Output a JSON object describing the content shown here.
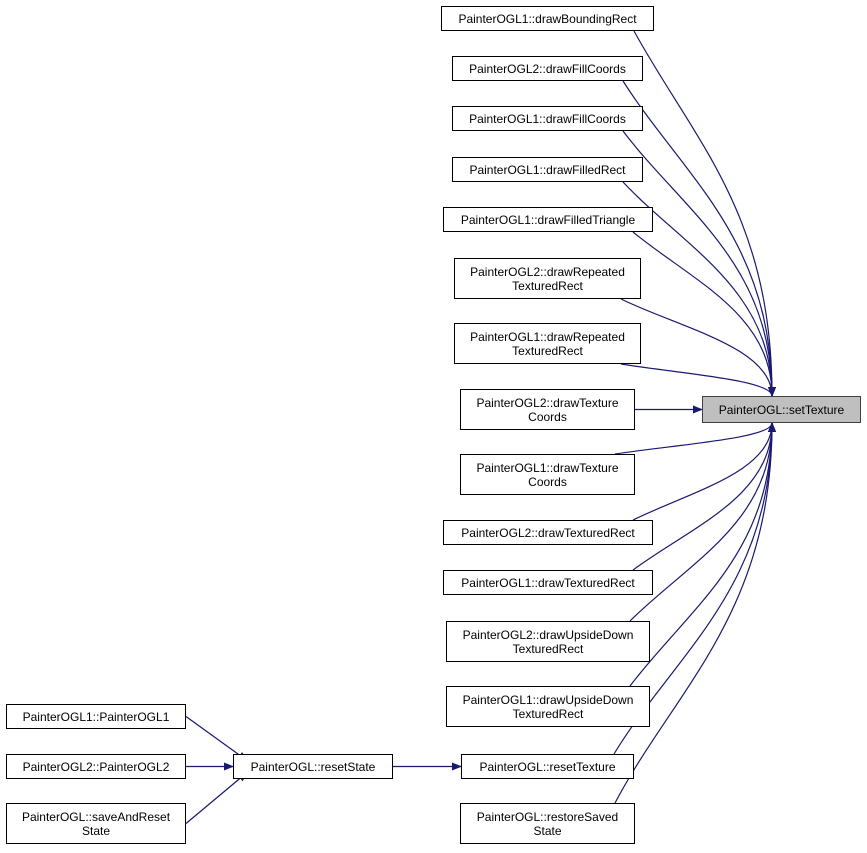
{
  "focus": {
    "id": "setTexture",
    "lines": [
      "PainterOGL::setTexture"
    ]
  },
  "nodes": [
    {
      "id": "drawBoundingRect",
      "lines": [
        "PainterOGL1::drawBoundingRect"
      ]
    },
    {
      "id": "ogl2DrawFillCoords",
      "lines": [
        "PainterOGL2::drawFillCoords"
      ]
    },
    {
      "id": "ogl1DrawFillCoords",
      "lines": [
        "PainterOGL1::drawFillCoords"
      ]
    },
    {
      "id": "drawFilledRect",
      "lines": [
        "PainterOGL1::drawFilledRect"
      ]
    },
    {
      "id": "drawFilledTriangle",
      "lines": [
        "PainterOGL1::drawFilledTriangle"
      ]
    },
    {
      "id": "ogl2DrawRepeated",
      "lines": [
        "PainterOGL2::drawRepeated",
        "TexturedRect"
      ]
    },
    {
      "id": "ogl1DrawRepeated",
      "lines": [
        "PainterOGL1::drawRepeated",
        "TexturedRect"
      ]
    },
    {
      "id": "ogl2DrawTextureCoords",
      "lines": [
        "PainterOGL2::drawTexture",
        "Coords"
      ]
    },
    {
      "id": "ogl1DrawTextureCoords",
      "lines": [
        "PainterOGL1::drawTexture",
        "Coords"
      ]
    },
    {
      "id": "ogl2DrawTexturedRect",
      "lines": [
        "PainterOGL2::drawTexturedRect"
      ]
    },
    {
      "id": "ogl1DrawTexturedRect",
      "lines": [
        "PainterOGL1::drawTexturedRect"
      ]
    },
    {
      "id": "ogl2DrawUpsideDown",
      "lines": [
        "PainterOGL2::drawUpsideDown",
        "TexturedRect"
      ]
    },
    {
      "id": "ogl1DrawUpsideDown",
      "lines": [
        "PainterOGL1::drawUpsideDown",
        "TexturedRect"
      ]
    },
    {
      "id": "resetTexture",
      "lines": [
        "PainterOGL::resetTexture"
      ]
    },
    {
      "id": "restoreSavedState",
      "lines": [
        "PainterOGL::restoreSaved",
        "State"
      ]
    },
    {
      "id": "resetState",
      "lines": [
        "PainterOGL::resetState"
      ]
    },
    {
      "id": "ogl1Ctor",
      "lines": [
        "PainterOGL1::PainterOGL1"
      ]
    },
    {
      "id": "ogl2Ctor",
      "lines": [
        "PainterOGL2::PainterOGL2"
      ]
    },
    {
      "id": "saveAndResetState",
      "lines": [
        "PainterOGL::saveAndReset",
        "State"
      ]
    }
  ],
  "edges": [
    {
      "from": "drawBoundingRect",
      "to": "setTexture"
    },
    {
      "from": "ogl2DrawFillCoords",
      "to": "setTexture"
    },
    {
      "from": "ogl1DrawFillCoords",
      "to": "setTexture"
    },
    {
      "from": "drawFilledRect",
      "to": "setTexture"
    },
    {
      "from": "drawFilledTriangle",
      "to": "setTexture"
    },
    {
      "from": "ogl2DrawRepeated",
      "to": "setTexture"
    },
    {
      "from": "ogl1DrawRepeated",
      "to": "setTexture"
    },
    {
      "from": "ogl2DrawTextureCoords",
      "to": "setTexture"
    },
    {
      "from": "ogl1DrawTextureCoords",
      "to": "setTexture"
    },
    {
      "from": "ogl2DrawTexturedRect",
      "to": "setTexture"
    },
    {
      "from": "ogl1DrawTexturedRect",
      "to": "setTexture"
    },
    {
      "from": "ogl2DrawUpsideDown",
      "to": "setTexture"
    },
    {
      "from": "ogl1DrawUpsideDown",
      "to": "setTexture"
    },
    {
      "from": "resetTexture",
      "to": "setTexture"
    },
    {
      "from": "restoreSavedState",
      "to": "setTexture"
    },
    {
      "from": "resetState",
      "to": "resetTexture"
    },
    {
      "from": "ogl1Ctor",
      "to": "resetState"
    },
    {
      "from": "ogl2Ctor",
      "to": "resetState"
    },
    {
      "from": "saveAndResetState",
      "to": "resetState"
    }
  ],
  "colors": {
    "edge": "#191970",
    "focus_fill": "#bfbfbf",
    "node_border": "#000000"
  }
}
